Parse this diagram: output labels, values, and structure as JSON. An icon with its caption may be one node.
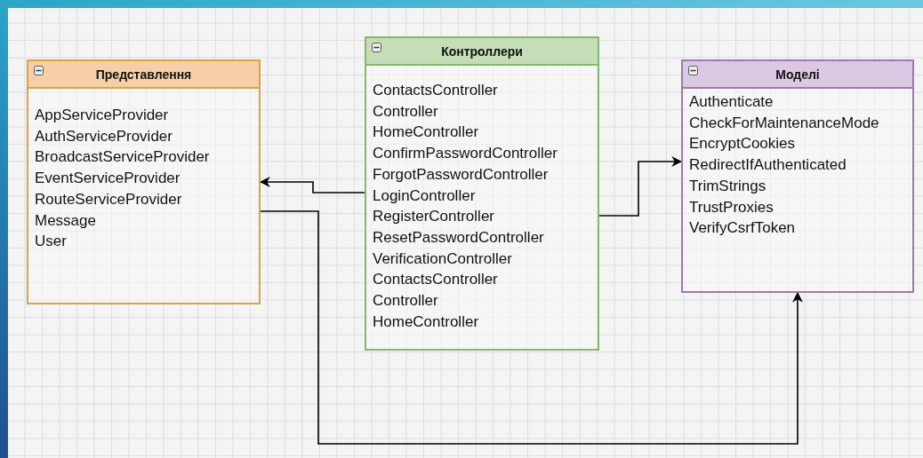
{
  "diagram": {
    "nodes": [
      {
        "text": [
          "Представлення",
          "AppServiceProvider",
          "AuthServiceProvider",
          "BroadcastServiceProvider",
          "EventServiceProvider",
          "RouteServiceProvider",
          "Message",
          "User"
        ]
      },
      {
        "text": [
          "Контроллери",
          "ContactsController",
          "Controller",
          "HomeController",
          "ConfirmPasswordController",
          "ForgotPasswordController",
          "LoginController",
          "RegisterController",
          "ResetPasswordController",
          "VerificationController",
          "ContactsController",
          "Controller",
          "HomeController"
        ]
      },
      {
        "text": [
          "Моделі",
          "Authenticate",
          "CheckForMaintenanceMode",
          "EncryptCookies",
          "RedirectIfAuthenticated",
          "TrimStrings",
          "TrustProxies",
          "VerifyCsrfToken"
        ]
      }
    ],
    "edges": [
      {
        "from": 1,
        "to": 0,
        "arrow": "to"
      },
      {
        "from": 1,
        "to": 2,
        "arrow": "to"
      },
      {
        "from": 0,
        "to": 2,
        "arrow": "to"
      }
    ]
  }
}
